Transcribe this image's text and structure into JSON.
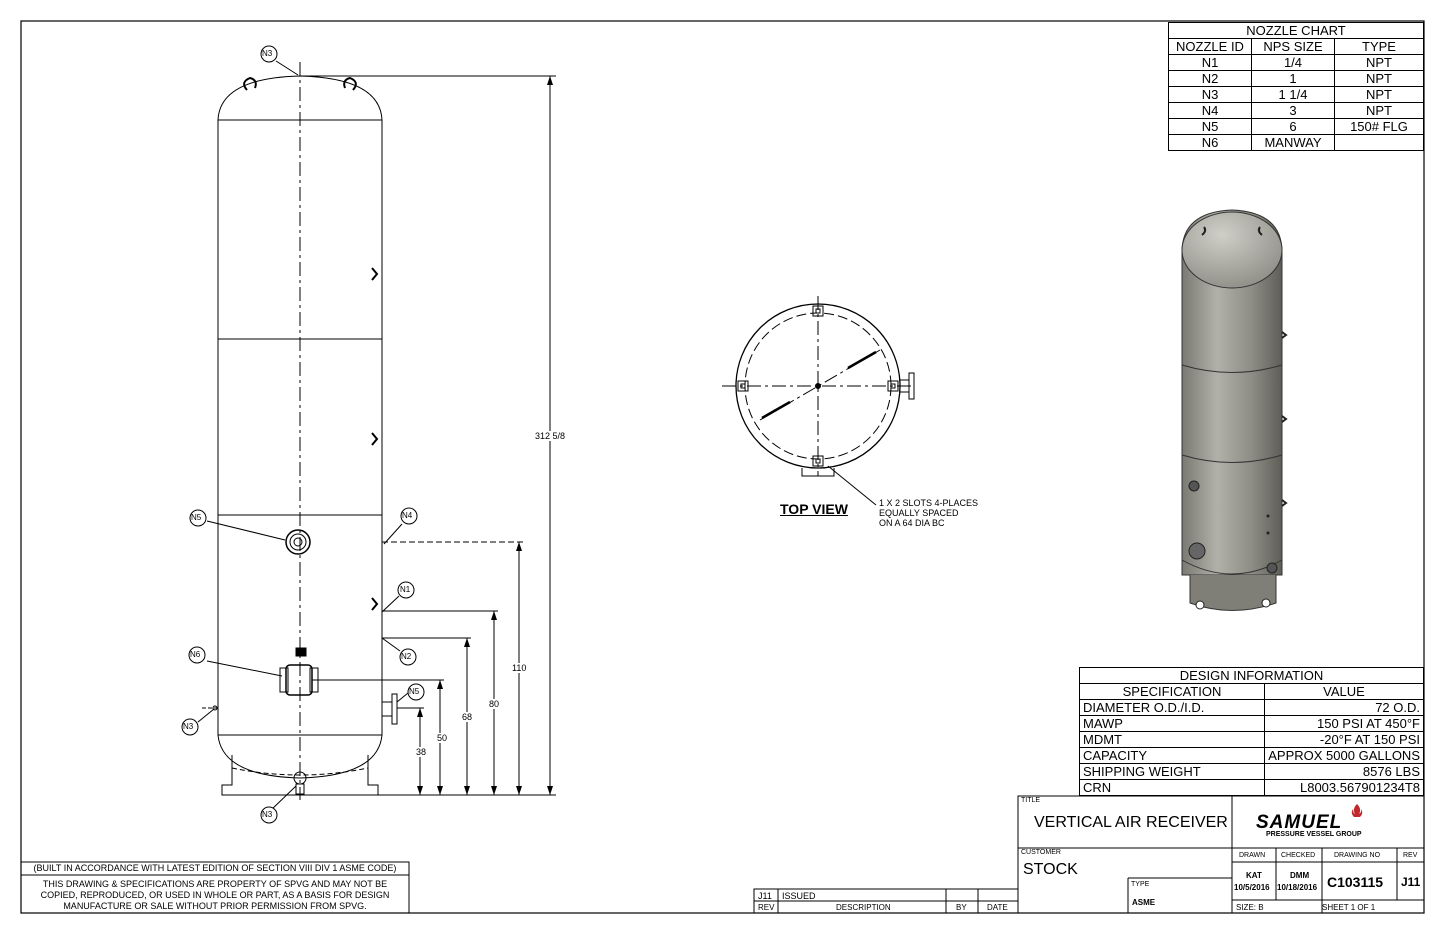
{
  "nozzle_chart": {
    "title": "NOZZLE CHART",
    "headers": [
      "NOZZLE ID",
      "NPS SIZE",
      "TYPE"
    ],
    "rows": [
      [
        "N1",
        "1/4",
        "NPT"
      ],
      [
        "N2",
        "1",
        "NPT"
      ],
      [
        "N3",
        "1 1/4",
        "NPT"
      ],
      [
        "N4",
        "3",
        "NPT"
      ],
      [
        "N5",
        "6",
        "150# FLG"
      ],
      [
        "N6",
        "MANWAY",
        ""
      ]
    ]
  },
  "design_info": {
    "title": "DESIGN INFORMATION",
    "headers": [
      "SPECIFICATION",
      "VALUE"
    ],
    "rows": [
      [
        "DIAMETER O.D./I.D.",
        "72 O.D."
      ],
      [
        "MAWP",
        "150 PSI AT 450°F"
      ],
      [
        "MDMT",
        "-20°F AT 150 PSI"
      ],
      [
        "CAPACITY",
        "APPROX 5000 GALLONS"
      ],
      [
        "SHIPPING WEIGHT",
        "8576 LBS"
      ],
      [
        "CRN",
        "L8003.567901234T8"
      ]
    ]
  },
  "elevation": {
    "labels": {
      "n3_top": "N3",
      "n5": "N5",
      "n4": "N4",
      "n1": "N1",
      "n2": "N2",
      "n6": "N6",
      "n3_side": "N3",
      "n5_side": "N5",
      "n3_bottom": "N3"
    },
    "dims": {
      "overall": "312 5/8",
      "d110": "110",
      "d80": "80",
      "d68": "68",
      "d50": "50",
      "d38": "38"
    }
  },
  "top_view": {
    "title": "TOP VIEW",
    "note_lines": [
      "1 X 2 SLOTS 4-PLACES",
      "EQUALLY SPACED",
      "ON A 64 DIA BC"
    ]
  },
  "notes": {
    "code_note": "(BUILT IN ACCORDANCE WITH LATEST EDITION OF SECTION VIII DIV 1 ASME CODE)",
    "property_lines": [
      "THIS DRAWING & SPECIFICATIONS ARE PROPERTY OF SPVG AND MAY NOT BE",
      "COPIED, REPRODUCED, OR USED IN WHOLE OR PART, AS A BASIS FOR DESIGN",
      "MANUFACTURE OR SALE WITHOUT PRIOR PERMISSION FROM SPVG."
    ]
  },
  "revision": {
    "rev": "J11",
    "description": "ISSUED",
    "headers": [
      "REV",
      "DESCRIPTION",
      "BY",
      "DATE"
    ]
  },
  "title_block": {
    "title_label": "TITLE",
    "title": "VERTICAL AIR RECEIVER",
    "customer_label": "CUSTOMER",
    "customer": "STOCK",
    "type_label": "TYPE",
    "type": "ASME",
    "drawn_label": "DRAWN",
    "drawn_by": "KAT",
    "drawn_date": "10/5/2016",
    "checked_label": "CHECKED",
    "checked_by": "DMM",
    "checked_date": "10/18/2016",
    "drawing_no_label": "DRAWING NO",
    "drawing_no": "C103115",
    "rev_label": "REV",
    "rev": "J11",
    "size": "SIZE: B",
    "sheet": "SHEET 1  OF 1",
    "logo_name": "SAMUEL",
    "logo_sub": "PRESSURE VESSEL GROUP"
  },
  "colors": {
    "line": "#000000",
    "tank_body": "#9a9a92",
    "tank_shade": "#6f6f68",
    "logo_red": "#c0282d"
  }
}
